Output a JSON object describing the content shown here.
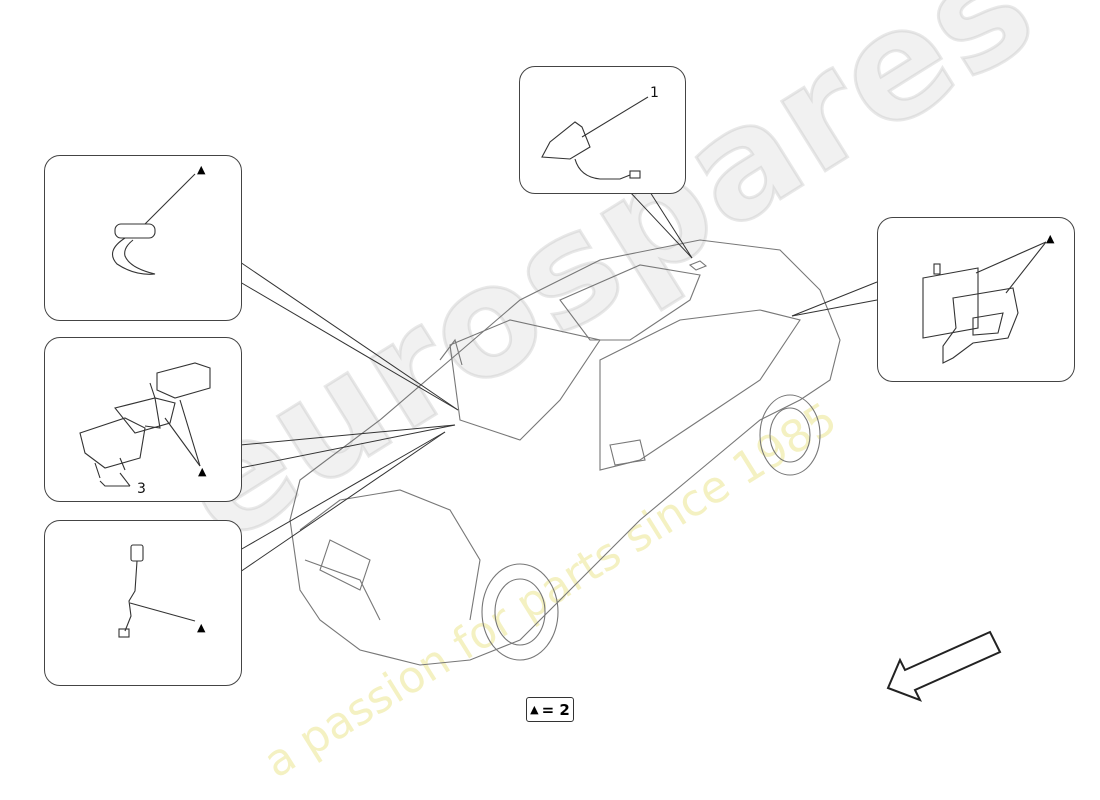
{
  "diagram": {
    "callouts": [
      {
        "id": "roof-antenna",
        "label": "1"
      },
      {
        "id": "interior-antenna",
        "label": "▲"
      },
      {
        "id": "control-module-bracket",
        "label": "▲",
        "sub_label": "3"
      },
      {
        "id": "gps-antenna-cable",
        "label": "▲"
      },
      {
        "id": "rear-module-bracket",
        "label": "▲"
      }
    ],
    "legend": {
      "symbol": "▲",
      "text": "= 2"
    },
    "watermark": {
      "brand": "eurospares",
      "tagline": "a passion for parts since 1985"
    }
  }
}
